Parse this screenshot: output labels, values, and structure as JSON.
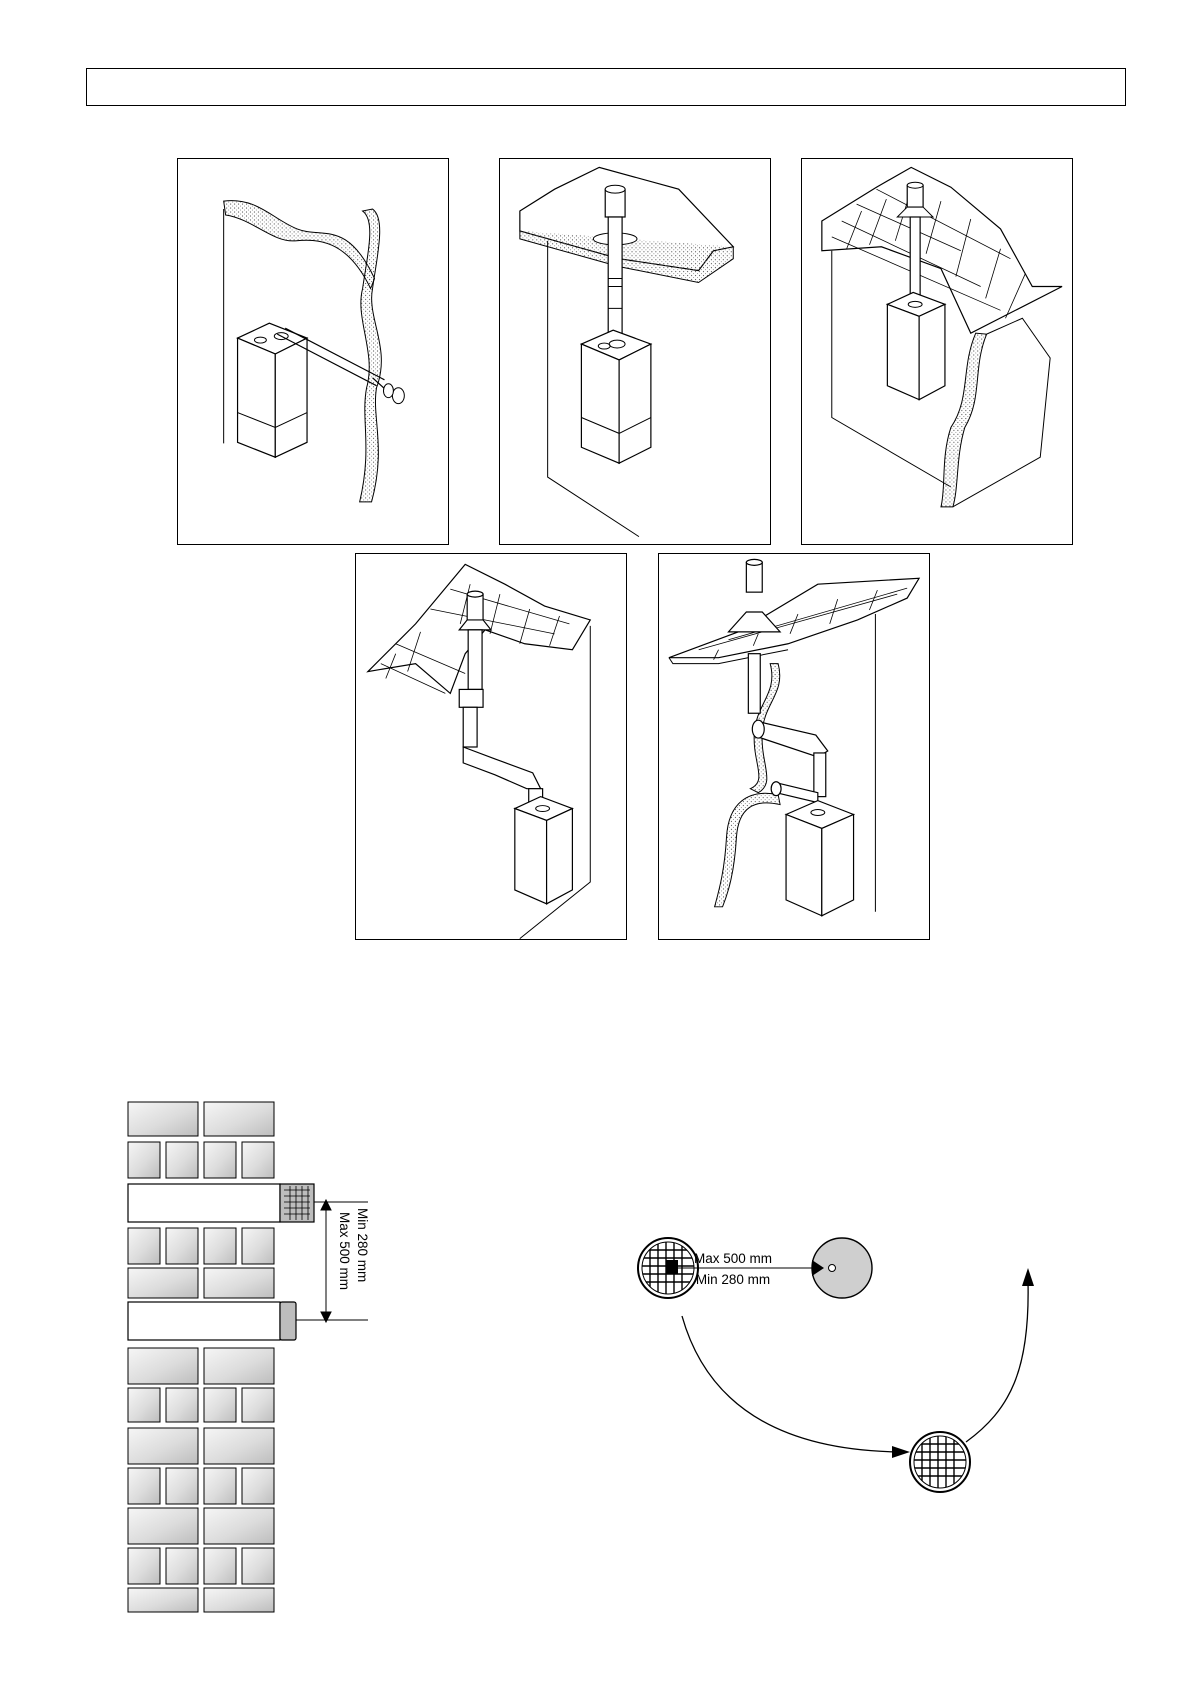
{
  "header": {
    "title": ""
  },
  "installation_views": [
    {
      "id": "horizontal-wall-flue"
    },
    {
      "id": "vertical-flat-roof-flue"
    },
    {
      "id": "vertical-pitched-roof-flue"
    },
    {
      "id": "offset-pitched-roof-flue"
    },
    {
      "id": "offset-wall-and-roof-flue"
    }
  ],
  "wall_terminal": {
    "dim_min": "Min 280 mm",
    "dim_max": "Max 500 mm"
  },
  "terminal_rotation": {
    "label_max": "Max 500 mm",
    "label_min": "Min 280 mm"
  },
  "colors": {
    "line": "#000000",
    "brick_light": "#f2f2f2",
    "brick_dark": "#c8c8c8",
    "terminal_fill": "#cfcfcf",
    "insulation_dots": "#555555"
  }
}
